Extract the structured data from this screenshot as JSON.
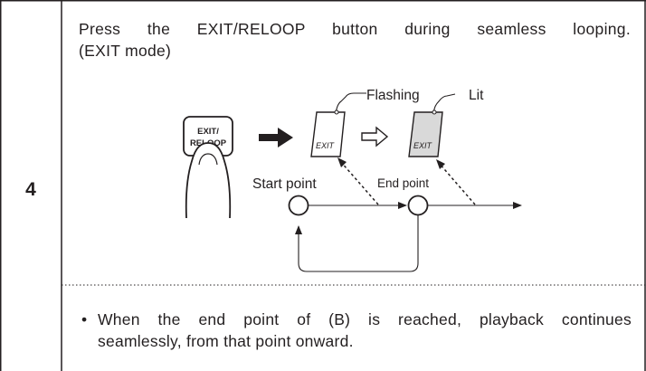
{
  "step": {
    "number": "4"
  },
  "instruction": {
    "line1": "Press the EXIT/RELOOP button during seamless looping.",
    "line2": "(EXIT mode)"
  },
  "diagram": {
    "button_label_1": "EXIT/",
    "button_label_2": "RELOOP",
    "display_flashing_text": "EXIT",
    "display_lit_text": "EXIT",
    "flashing_label": "Flashing",
    "lit_label": "Lit",
    "start_point_label": "Start point",
    "end_point_label": "End point"
  },
  "note": {
    "bullet": "•",
    "line1": "When the end point of (B) is reached, playback continues",
    "line2": "seamlessly, from that point onward."
  },
  "colors": {
    "text": "#231f20",
    "border": "#231f20",
    "lit_fill": "#d9d9d9"
  }
}
